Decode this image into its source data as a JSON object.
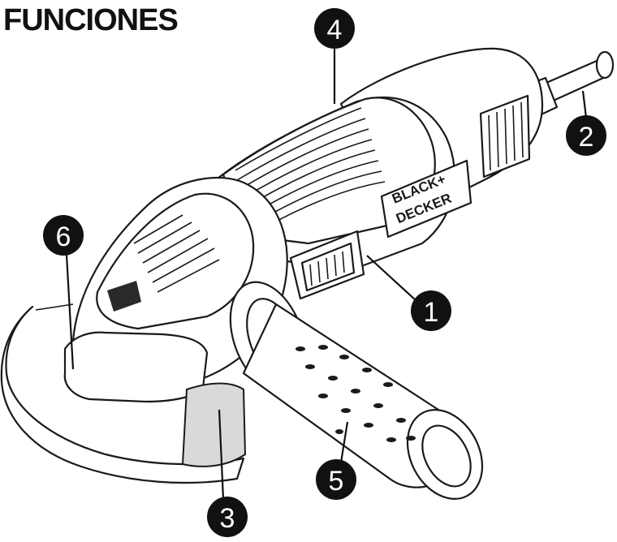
{
  "title": "FUNCIONES",
  "callouts": [
    {
      "id": "1"
    },
    {
      "id": "2"
    },
    {
      "id": "3"
    },
    {
      "id": "4"
    },
    {
      "id": "5"
    },
    {
      "id": "6"
    }
  ],
  "brand": {
    "line1": "BLACK+",
    "line2": "DECKER"
  },
  "colors": {
    "ink": "#111111",
    "callout_fill": "#111111",
    "callout_text": "#ffffff"
  }
}
